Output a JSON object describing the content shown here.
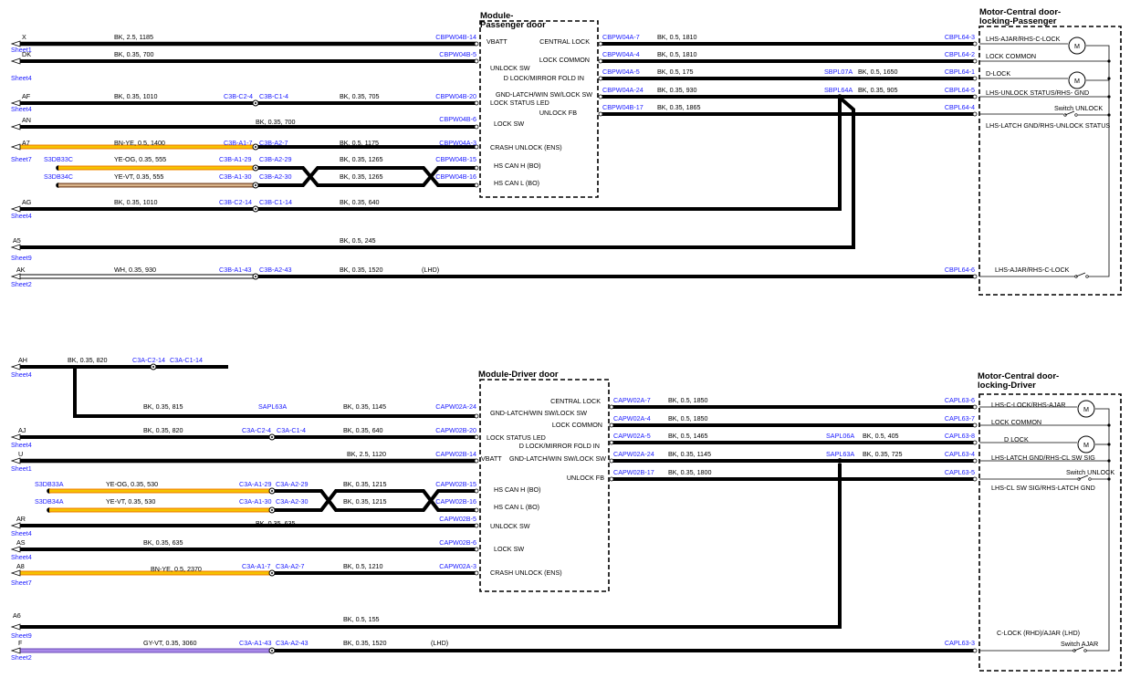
{
  "colors": {
    "wire": "#000000",
    "connector_text": "#1a1aff",
    "yellow_wire": "#f5c400",
    "orange_wire": "#f08a00",
    "tan_wire": "#d8b38a",
    "violet_wire": "#a98ae8",
    "white_wire": "#ffffff"
  },
  "passenger": {
    "module_title": "Module-\nPassenger door",
    "motor_title": "Motor-Central door-\nlocking-Passenger",
    "module_pins": [
      "VBATT",
      "CENTRAL LOCK",
      "LOCK COMMON",
      "UNLOCK SW",
      "D LOCK/MIRROR FOLD IN",
      "GND-LATCH/WIN SW/LOCK SW",
      "LOCK STATUS LED",
      "UNLOCK FB",
      "LOCK SW",
      "CRASH UNLOCK (ENS)",
      "HS CAN H (BO)",
      "HS CAN L (BO)"
    ],
    "motor_labels": [
      "LHS-AJAR/RHS-C-LOCK",
      "LOCK COMMON",
      "D-LOCK",
      "LHS-UNLOCK STATUS/RHS- GND",
      "Switch UNLOCK",
      "LHS-LATCH GND/RHS-UNLOCK STATUS",
      "LHS-AJAR/RHS-C-LOCK"
    ],
    "left_wires": [
      {
        "code": "X",
        "sheet": "Sheet1",
        "spec": "BK,  2.5,  1185",
        "conn": "CBPW04B-14"
      },
      {
        "code": "DK",
        "sheet": "Sheet4",
        "spec": "BK,  0.35,  700",
        "conn": "CBPW04B-5"
      },
      {
        "code": "AF",
        "sheet": "Sheet4",
        "spec": "BK,  0.35,  1010",
        "splice_l": "C3B-C2-4",
        "splice_r": "C3B-C1-4",
        "spec2": "BK,  0.35,  705",
        "conn": "CBPW04B-20"
      },
      {
        "code": "AN",
        "sheet": "",
        "spec": "BK,  0.35,  700",
        "conn": "CBPW04B-6"
      },
      {
        "code": "A7",
        "sheet": "Sheet7",
        "spec": "BN-YE,  0.5,  1400",
        "splice_l": "C3B-A1-7",
        "splice_r": "C3B-A2-7",
        "spec2": "BK,  0.5,  1175",
        "conn": "CBPW04A-3"
      },
      {
        "code": "S3DB33C",
        "spec": "YE-OG,  0.35,  555",
        "splice_l": "C3B-A1-29",
        "splice_r": "C3B-A2-29",
        "spec2": "BK,  0.35,  1265",
        "conn": "CBPW04B-15"
      },
      {
        "code": "S3DB34C",
        "spec": "YE-VT,  0.35,  555",
        "splice_l": "C3B-A1-30",
        "splice_r": "C3B-A2-30",
        "spec2": "BK,  0.35,  1265",
        "conn": "CBPW04B-16"
      },
      {
        "code": "AG",
        "sheet": "Sheet4",
        "spec": "BK,  0.35,  1010",
        "splice_l": "C3B-C2-14",
        "splice_r": "C3B-C1-14",
        "spec2": "BK,  0.35,  640"
      },
      {
        "code": "A5",
        "sheet": "Sheet9",
        "spec": "BK,  0.5,  245"
      },
      {
        "code": "AK",
        "sheet": "Sheet2",
        "spec": "WH,  0.35,  930",
        "splice_l": "C3B-A1-43",
        "splice_r": "C3B-A2-43",
        "spec2": "BK,  0.35,  1520",
        "note": "(LHD)",
        "conn": "CBPL64-6"
      }
    ],
    "right_wires": [
      {
        "conn_l": "CBPW04A-7",
        "spec": "BK,  0.5,  1810",
        "conn_r": "CBPL64-3"
      },
      {
        "conn_l": "CBPW04A-4",
        "spec": "BK,  0.5,  1810",
        "conn_r": "CBPL64-2"
      },
      {
        "conn_l": "CBPW04A-5",
        "spec": "BK,  0.5,  175",
        "splice": "SBPL07A",
        "spec2": "BK,  0.5,  1650",
        "conn_r": "CBPL64-1"
      },
      {
        "conn_l": "CBPW04A-24",
        "spec": "BK,  0.35,  930",
        "splice": "SBPL64A",
        "spec2": "BK,  0.35,  905",
        "conn_r": "CBPL64-5"
      },
      {
        "conn_l": "CBPW04B-17",
        "spec": "BK,  0.35,  1865",
        "conn_r": "CBPL64-4"
      }
    ]
  },
  "driver": {
    "module_title": "Module-Driver door",
    "motor_title": "Motor-Central door-\nlocking-Driver",
    "module_pins": [
      "CENTRAL LOCK",
      "GND-LATCH/WIN SW/LOCK SW",
      "LOCK COMMON",
      "LOCK STATUS LED",
      "D LOCK/MIRROR FOLD IN",
      "VBATT",
      "GND-LATCH/WIN SW/LOCK SW",
      "UNLOCK FB",
      "HS CAN H (BO)",
      "HS CAN L (BO)",
      "UNLOCK SW",
      "LOCK SW",
      "CRASH UNLOCK (ENS)"
    ],
    "motor_labels": [
      "LHS-C-LOCK/RHS-AJAR",
      "LOCK COMMON",
      "D LOCK",
      "LHS-LATCH GND/RHS-CL SW SIG",
      "Switch UNLOCK",
      "LHS-CL SW SIG/RHS-LATCH GND",
      "C-LOCK (RHD)/AJAR (LHD)",
      "Switch AJAR"
    ],
    "left_wires": [
      {
        "code": "AH",
        "sheet": "Sheet4",
        "spec": "BK,  0.35,  820",
        "splice_l": "C3A-C2-14",
        "splice_r": "C3A-C1-14",
        "spec2": "BK,  0.35,  815",
        "splice": "SAPL63A",
        "spec3": "BK,  0.35,  1145",
        "conn": "CAPW02A-24"
      },
      {
        "code": "AJ",
        "sheet": "Sheet4",
        "spec": "BK,  0.35,  820",
        "splice_l": "C3A-C2-4",
        "splice_r": "C3A-C1-4",
        "spec2": "BK,  0.35,  640",
        "conn": "CAPW02B-20"
      },
      {
        "code": "U",
        "sheet": "Sheet1",
        "spec": "BK,  2.5,  1120",
        "conn": "CAPW02B-14"
      },
      {
        "code": "S3DB33A",
        "spec": "YE-OG,  0.35,  530",
        "splice_l": "C3A-A1-29",
        "splice_r": "C3A-A2-29",
        "spec2": "BK,  0.35,  1215",
        "conn": "CAPW02B-15"
      },
      {
        "code": "S3DB34A",
        "spec": "YE-VT,  0.35,  530",
        "splice_l": "C3A-A1-30",
        "splice_r": "C3A-A2-30",
        "spec2": "BK,  0.35,  1215",
        "conn": "CAPW02B-16"
      },
      {
        "code": "AR",
        "sheet": "Sheet4",
        "spec": "BK,  0.35,  635",
        "conn": "CAPW02B-5"
      },
      {
        "code": "AS",
        "sheet": "Sheet4",
        "spec": "BK,  0.35,  635",
        "conn": "CAPW02B-6"
      },
      {
        "code": "A8",
        "sheet": "Sheet7",
        "spec": "BN-YE,  0.5,  2370",
        "splice_l": "C3A-A1-7",
        "splice_r": "C3A-A2-7",
        "spec2": "BK,  0.5,  1210",
        "conn": "CAPW02A-3"
      },
      {
        "code": "A6",
        "sheet": "Sheet9",
        "spec": "BK,  0.5,  155"
      },
      {
        "code": "F",
        "sheet": "Sheet2",
        "spec": "GY-VT,  0.35,  3060",
        "splice_l": "C3A-A1-43",
        "splice_r": "C3A-A2-43",
        "spec2": "BK,  0.35,  1520",
        "note": "(LHD)",
        "conn": "CAPL63-3"
      }
    ],
    "right_wires": [
      {
        "conn_l": "CAPW02A-7",
        "spec": "BK,  0.5,  1850",
        "conn_r": "CAPL63-6"
      },
      {
        "conn_l": "CAPW02A-4",
        "spec": "BK,  0.5,  1850",
        "conn_r": "CAPL63-7"
      },
      {
        "conn_l": "CAPW02A-5",
        "spec": "BK,  0.5,  1465",
        "splice": "SAPL06A",
        "spec2": "BK,  0.5,  405",
        "conn_r": "CAPL63-8"
      },
      {
        "conn_l": "CAPW02A-24",
        "spec": "BK,  0.35,  1145",
        "splice": "SAPL63A",
        "spec2": "BK,  0.35,  725",
        "conn_r": "CAPL63-4"
      },
      {
        "conn_l": "CAPW02B-17",
        "spec": "BK,  0.35,  1800",
        "conn_r": "CAPL63-5"
      }
    ]
  }
}
